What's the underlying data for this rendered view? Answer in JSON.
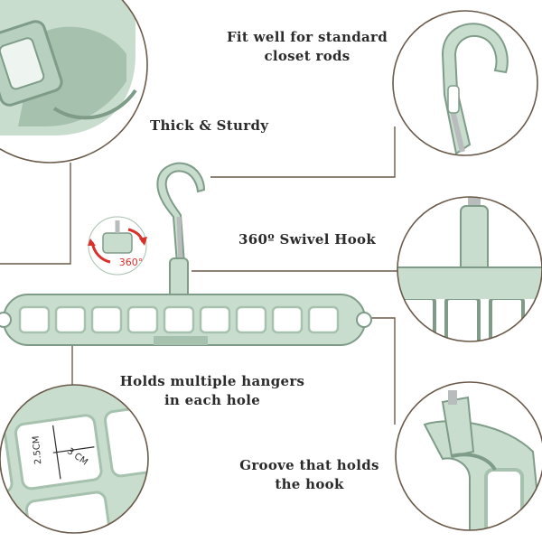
{
  "colors": {
    "hanger_body": "#c9ddcf",
    "hanger_shade": "#a6c1ae",
    "hanger_dark": "#7f9c89",
    "metal": "#b9bcbd",
    "leader_line": "#6a5a4a",
    "text": "#2b2b2b",
    "arrow_red": "#d9302c"
  },
  "captions": {
    "fit_line1": "Fit well for standard",
    "fit_line2": "closet rods",
    "thick": "Thick & Sturdy",
    "swivel": "360º Swivel Hook",
    "holds_line1": "Holds multiple hangers",
    "holds_line2": "in each hole",
    "groove_line1": "Groove that holds",
    "groove_line2": "the hook"
  },
  "badge": {
    "rotation_label": "360°"
  },
  "dimensions": {
    "height_label": "2.5CM",
    "width_label": "3 CM"
  },
  "icons": {
    "rotation": "rotation-arrows-icon"
  }
}
